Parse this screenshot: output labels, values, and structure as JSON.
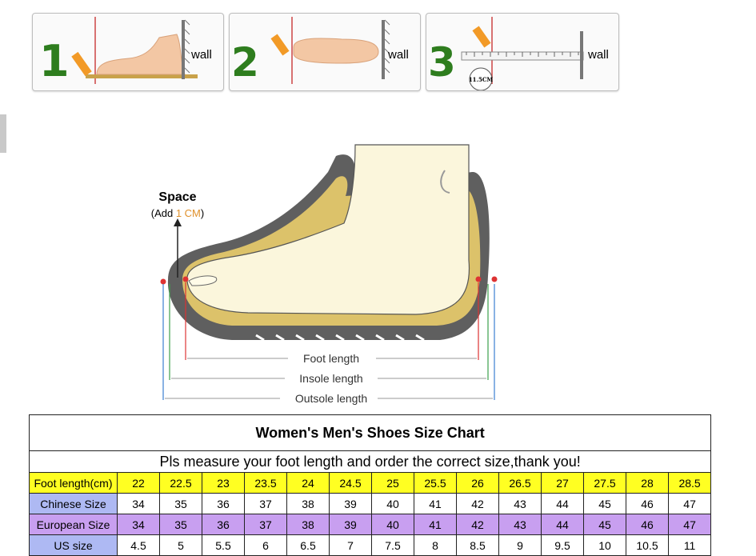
{
  "steps": [
    {
      "number": "1",
      "wall_label": "wall"
    },
    {
      "number": "2",
      "wall_label": "wall"
    },
    {
      "number": "3",
      "wall_label": "wall",
      "ruler_reading": "11.5CM"
    }
  ],
  "diagram": {
    "space_title": "Space",
    "space_note_prefix": "(Add ",
    "space_note_value": "1 CM",
    "space_note_suffix": ")",
    "foot_length_label": "Foot length",
    "insole_length_label": "Insole length",
    "outsole_length_label": "Outsole length"
  },
  "size_chart": {
    "title": "Women's Men's Shoes Size Chart",
    "notice": "Pls measure your foot length and order the correct size,thank you!",
    "rows": [
      {
        "label": "Foot length(cm)",
        "values": [
          "22",
          "22.5",
          "23",
          "23.5",
          "24",
          "24.5",
          "25",
          "25.5",
          "26",
          "26.5",
          "27",
          "27.5",
          "28",
          "28.5"
        ]
      },
      {
        "label": "Chinese Size",
        "values": [
          "34",
          "35",
          "36",
          "37",
          "38",
          "39",
          "40",
          "41",
          "42",
          "43",
          "44",
          "45",
          "46",
          "47"
        ]
      },
      {
        "label": "European Size",
        "values": [
          "34",
          "35",
          "36",
          "37",
          "38",
          "39",
          "40",
          "41",
          "42",
          "43",
          "44",
          "45",
          "46",
          "47"
        ]
      },
      {
        "label": "US size",
        "values": [
          "4.5",
          "5",
          "5.5",
          "6",
          "6.5",
          "7",
          "7.5",
          "8",
          "8.5",
          "9",
          "9.5",
          "10",
          "10.5",
          "11"
        ]
      }
    ]
  },
  "colors": {
    "foot_row": "#ffff22",
    "label_blue": "#aeb9f3",
    "european_row": "#c89ff0",
    "step_numbers": "#2e7d1e",
    "space_value": "#e0912c"
  }
}
